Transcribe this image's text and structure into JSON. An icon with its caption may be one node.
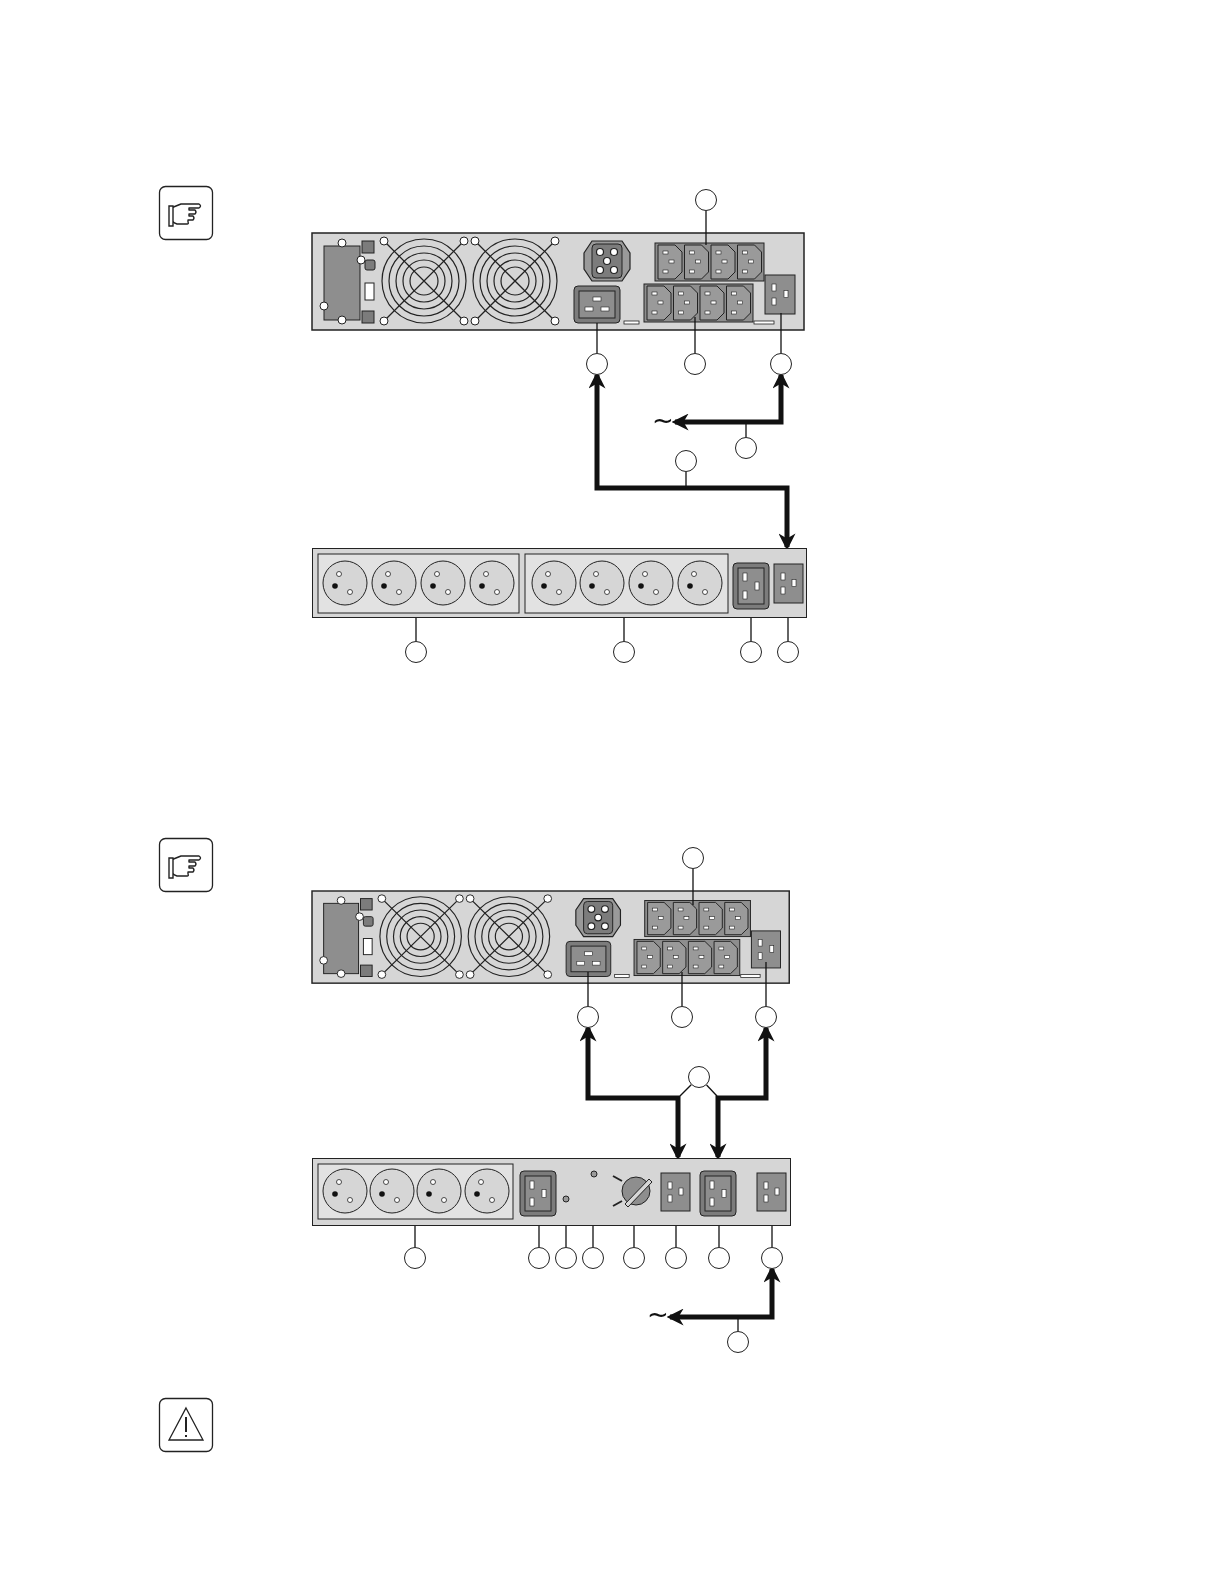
{
  "diagram": {
    "nodes": [
      {
        "text": [],
        "shape": "circle"
      },
      {
        "text": [],
        "shape": "circle"
      },
      {
        "text": [],
        "shape": "circle"
      },
      {
        "text": [],
        "shape": "circle"
      },
      {
        "text": [
          "~"
        ]
      },
      {
        "text": [],
        "shape": "circle"
      },
      {
        "text": [],
        "shape": "circle"
      },
      {
        "text": [],
        "shape": "box"
      },
      {
        "text": [],
        "shape": "circle"
      },
      {
        "text": [],
        "shape": "circle"
      },
      {
        "text": [],
        "shape": "circle"
      },
      {
        "text": [],
        "shape": "circle"
      },
      {
        "text": [],
        "shape": "circle"
      },
      {
        "text": [],
        "shape": "circle"
      },
      {
        "text": [],
        "shape": "circle"
      },
      {
        "text": [],
        "shape": "circle"
      },
      {
        "text": [],
        "shape": "circle"
      },
      {
        "text": [],
        "shape": "box"
      },
      {
        "text": [],
        "shape": "circle"
      },
      {
        "text": [],
        "shape": "circle"
      },
      {
        "text": [],
        "shape": "circle"
      },
      {
        "text": [],
        "shape": "circle"
      },
      {
        "text": [],
        "shape": "circle"
      },
      {
        "text": [],
        "shape": "circle"
      },
      {
        "text": [],
        "shape": "circle"
      },
      {
        "text": [],
        "shape": "circle"
      },
      {
        "text": [
          "~"
        ]
      },
      {
        "text": [],
        "shape": "circle"
      },
      {
        "text": [],
        "shape": "box"
      },
      {
        "text": [],
        "shape": "box"
      }
    ],
    "edges": [
      {
        "from": 0,
        "to": 7,
        "arrow": "none"
      },
      {
        "from": 1,
        "to": 7,
        "arrow": "none"
      },
      {
        "from": 2,
        "to": 7,
        "arrow": "none"
      },
      {
        "from": 3,
        "to": 7,
        "arrow": "none"
      },
      {
        "from": 4,
        "to": 3,
        "arrow": "both",
        "style": "thick"
      },
      {
        "from": 5,
        "to": null,
        "arrow": "none"
      },
      {
        "from": 1,
        "to": 17,
        "arrow": "both",
        "style": "thick"
      },
      {
        "from": 6,
        "to": null,
        "arrow": "none"
      },
      {
        "from": 8,
        "to": 17,
        "arrow": "none"
      },
      {
        "from": 9,
        "to": 17,
        "arrow": "none"
      },
      {
        "from": 10,
        "to": 17,
        "arrow": "none"
      },
      {
        "from": 11,
        "to": 17,
        "arrow": "none"
      },
      {
        "from": 12,
        "to": 28,
        "arrow": "none"
      },
      {
        "from": 13,
        "to": 28,
        "arrow": "none"
      },
      {
        "from": 14,
        "to": 28,
        "arrow": "none"
      },
      {
        "from": 15,
        "to": 28,
        "arrow": "none"
      },
      {
        "from": 13,
        "to": 29,
        "arrow": "both",
        "style": "thick"
      },
      {
        "from": 15,
        "to": 29,
        "arrow": "both",
        "style": "thick"
      },
      {
        "from": 16,
        "to": null,
        "arrow": "none"
      },
      {
        "from": 16,
        "to": null,
        "arrow": "none"
      },
      {
        "from": 18,
        "to": 29,
        "arrow": "none"
      },
      {
        "from": 19,
        "to": 29,
        "arrow": "none"
      },
      {
        "from": 20,
        "to": 29,
        "arrow": "none"
      },
      {
        "from": 21,
        "to": 29,
        "arrow": "none"
      },
      {
        "from": 22,
        "to": 29,
        "arrow": "none"
      },
      {
        "from": 23,
        "to": 29,
        "arrow": "none"
      },
      {
        "from": 24,
        "to": 29,
        "arrow": "none"
      },
      {
        "from": 25,
        "to": 29,
        "arrow": "none"
      },
      {
        "from": 26,
        "to": 25,
        "arrow": "both",
        "style": "thick"
      },
      {
        "from": 27,
        "to": null,
        "arrow": "none"
      }
    ]
  }
}
